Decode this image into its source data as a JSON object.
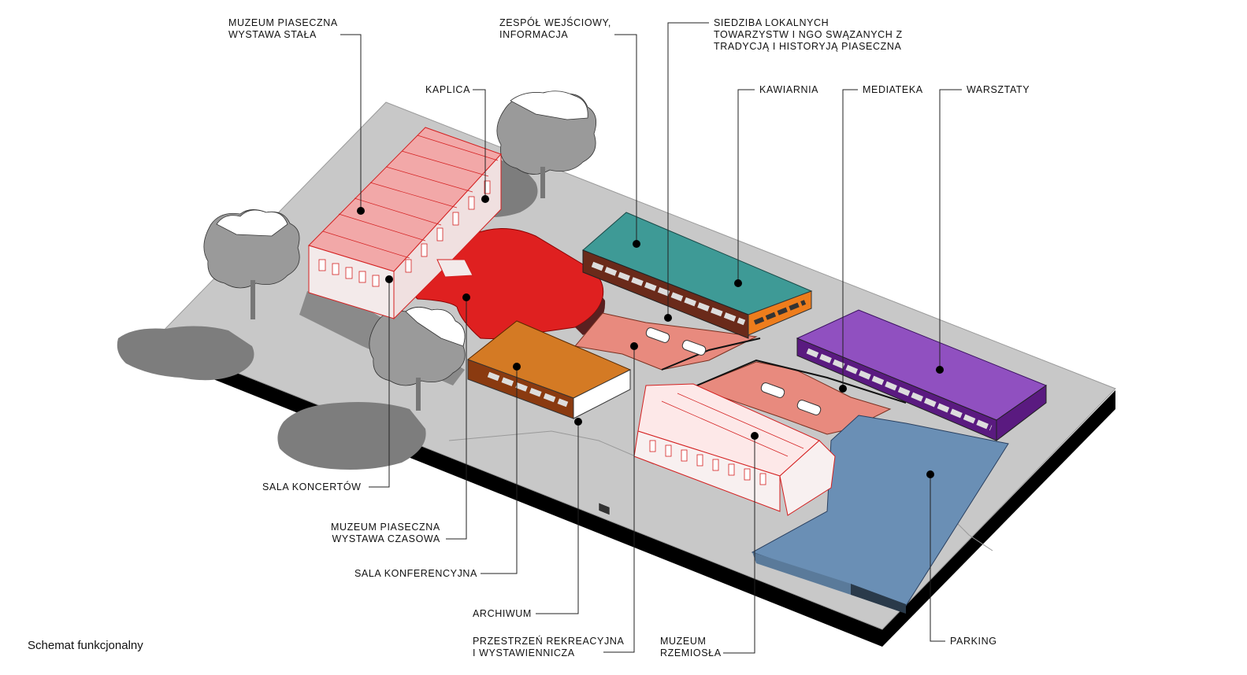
{
  "caption": "Schemat funkcjonalny",
  "labels": {
    "muzeum_stala": [
      "MUZEUM PIASECZNA",
      "WYSTAWA STAŁA"
    ],
    "kaplica": [
      "KAPLICA"
    ],
    "zespol_wejsciowy": [
      "ZESPÓŁ WEJŚCIOWY,",
      "INFORMACJA"
    ],
    "siedziba": [
      "SIEDZIBA LOKALNYCH",
      "TOWARZYSTW I NGO SWĄZANYCH Z",
      "TRADYCJĄ I HISTORYJĄ PIASECZNA"
    ],
    "kawiarnia": [
      "KAWIARNIA"
    ],
    "mediateka": [
      "MEDIATEKA"
    ],
    "warsztaty": [
      "WARSZTATY"
    ],
    "sala_koncertow": [
      "SALA KONCERTÓW"
    ],
    "muzeum_czasowa": [
      "MUZEUM PIASECZNA",
      "WYSTAWA CZASOWA"
    ],
    "sala_konferencyjna": [
      "SALA KONFERENCYJNA"
    ],
    "archiwum": [
      "ARCHIWUM"
    ],
    "przestrzen": [
      "PRZESTRZEŃ REKREACYJNA",
      "I WYSTAWIENNICZA"
    ],
    "muzeum_rzemiosla": [
      "MUZEUM",
      "RZEMIOSŁA"
    ],
    "parking": [
      "PARKING"
    ]
  },
  "colors": {
    "ground": "#c8c8c8",
    "slab_side": "#000000",
    "tree": "#9a9a9a",
    "tree_shadow": "#7d7d7d",
    "historic_roof": "#f2a8a8",
    "historic_wall": "#f3eaea",
    "historic_lines": "#d42020",
    "exhibition_red": "#df2020",
    "courtyard_pink": "#e88a7e",
    "cafe_teal": "#3e9a96",
    "cafe_orange": "#ee7d1c",
    "conference_orange": "#d47a24",
    "workshop_purple": "#9050c0",
    "parking_blue": "#6a8fb5"
  }
}
